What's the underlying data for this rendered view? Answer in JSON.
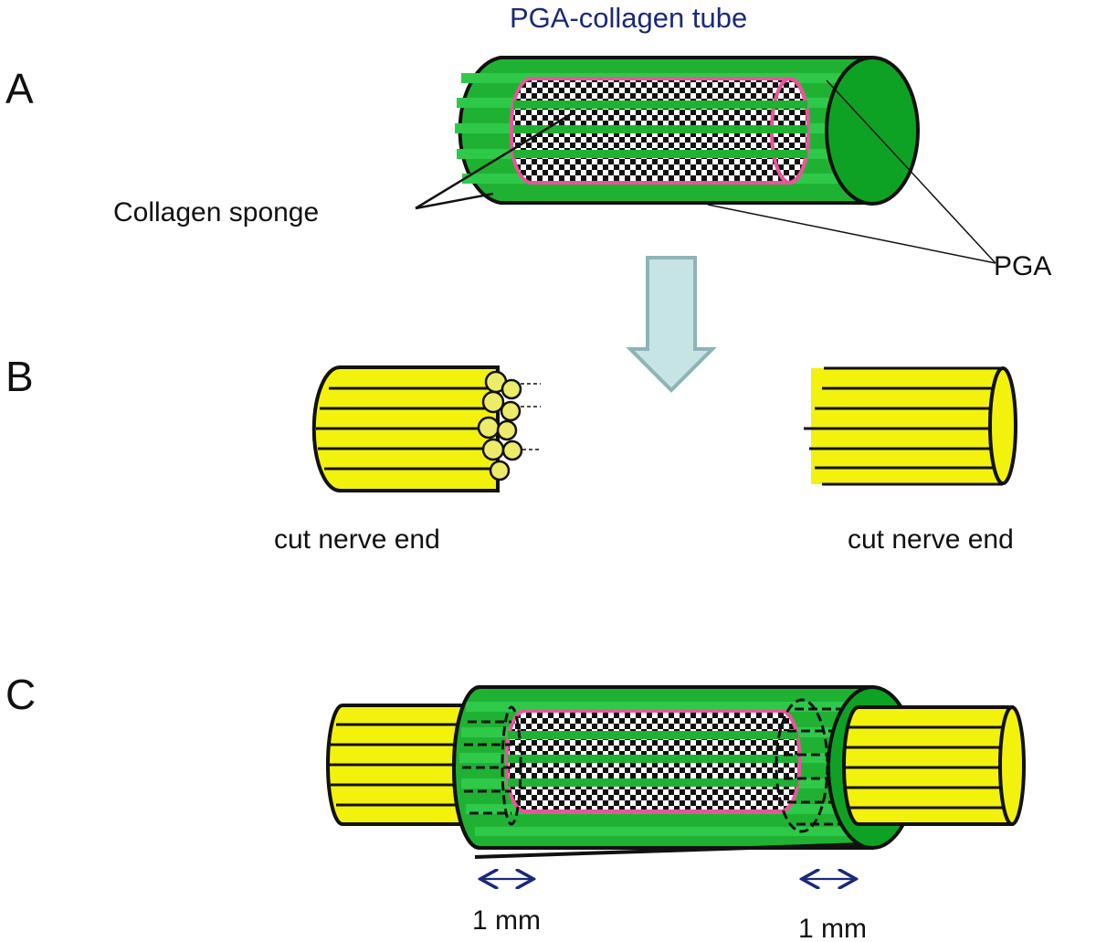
{
  "title": "PGA-collagen  tube",
  "panels": {
    "a": "A",
    "b": "B",
    "c": "C"
  },
  "labels": {
    "collagen_sponge": "Collagen sponge",
    "pga": "PGA",
    "cut_nerve_end_left": "cut nerve end",
    "cut_nerve_end_right": "cut nerve end",
    "gap_left": "1 mm",
    "gap_right": "1 mm"
  },
  "colors": {
    "tube_green": "#1fb232",
    "tube_dark_green": "#0e9a26",
    "stripe_green": "#2fc94a",
    "sponge_pink": "#e8559a",
    "nerve_yellow": "#f2f20c",
    "fascicle_yellow": "#ecec6a",
    "arrow_fill": "#c6e4e6",
    "arrow_stroke": "#8fb3b7",
    "title_blue": "#1a2a7a",
    "measure_blue": "#1a2a7a"
  }
}
